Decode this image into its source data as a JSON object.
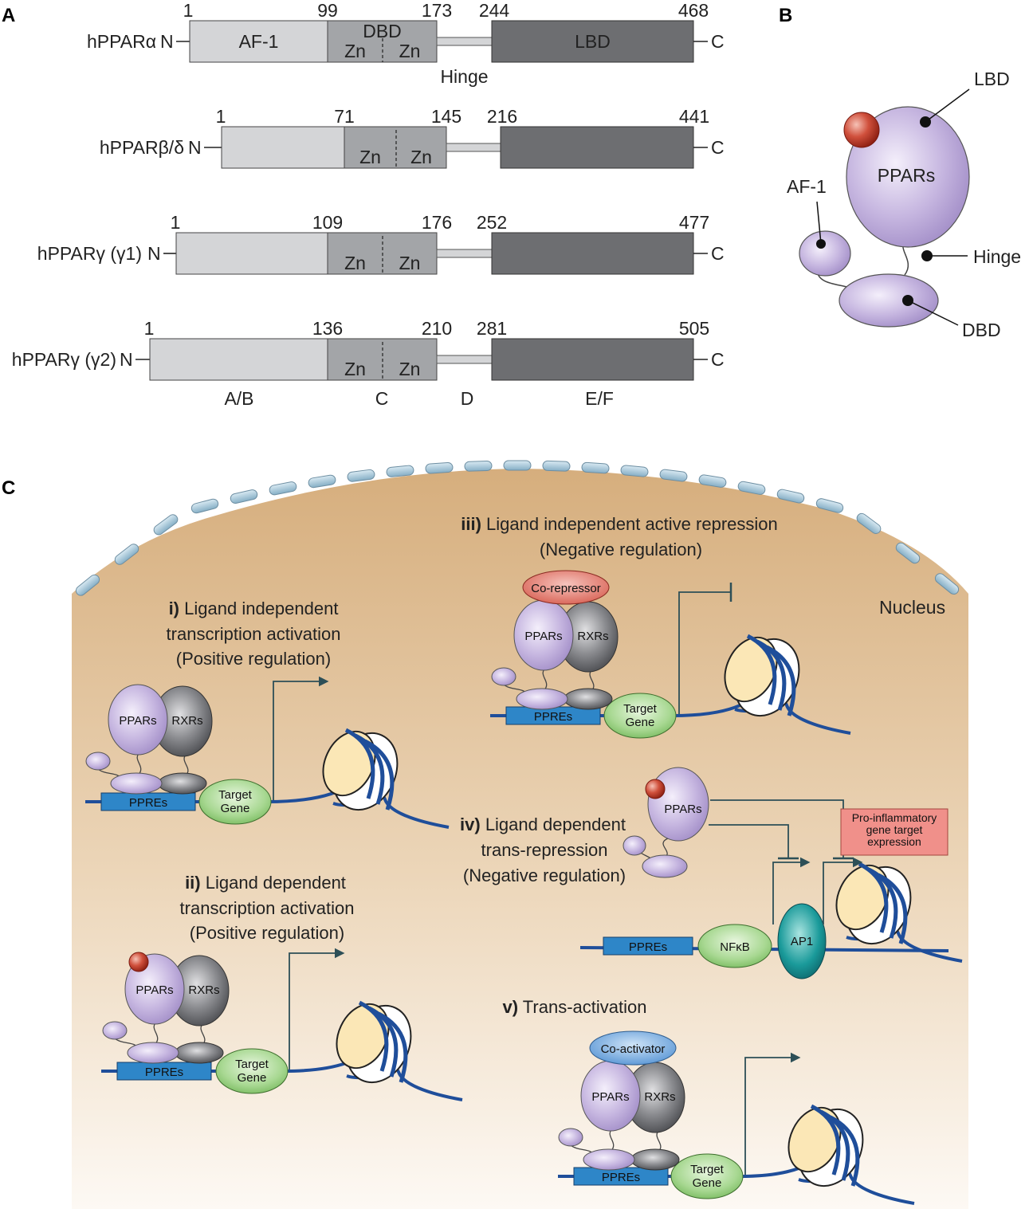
{
  "panels": {
    "a": "A",
    "b": "B",
    "c": "C"
  },
  "panel_a": {
    "proteins": [
      {
        "name": "hPPARα",
        "n": "N",
        "c": "C",
        "nums": [
          "1",
          "99",
          "173",
          "244",
          "468"
        ],
        "af1": "AF-1",
        "dbd": "DBD",
        "lbd": "LBD",
        "hinge": "Hinge"
      },
      {
        "name": "hPPARβ/δ",
        "n": "N",
        "c": "C",
        "nums": [
          "1",
          "71",
          "145",
          "216",
          "441"
        ]
      },
      {
        "name": "hPPARγ (γ1)",
        "n": "N",
        "c": "C",
        "nums": [
          "1",
          "109",
          "176",
          "252",
          "477"
        ]
      },
      {
        "name": "hPPARγ (γ2)",
        "n": "N",
        "c": "C",
        "nums": [
          "1",
          "136",
          "210",
          "281",
          "505"
        ]
      }
    ],
    "zn": "Zn",
    "regions": [
      "A/B",
      "C",
      "D",
      "E/F"
    ]
  },
  "panel_b": {
    "ppars": "PPARs",
    "lbd": "LBD",
    "af1": "AF-1",
    "hinge": "Hinge",
    "dbd": "DBD"
  },
  "panel_c": {
    "nucleus": "Nucleus",
    "s1": {
      "num": "i)",
      "l1": "Ligand independent",
      "l2": "transcription activation",
      "l3": "(Positive regulation)"
    },
    "s2": {
      "num": "ii)",
      "l1": "Ligand dependent",
      "l2": "transcription activation",
      "l3": "(Positive regulation)"
    },
    "s3": {
      "num": "iii)",
      "l1": "Ligand independent active repression",
      "l2": "(Negative regulation)"
    },
    "s4": {
      "num": "iv)",
      "l1": "Ligand dependent",
      "l2": "trans-repression",
      "l3": "(Negative regulation)"
    },
    "s5": {
      "num": "v)",
      "l1": "Trans-activation"
    },
    "ppars": "PPARs",
    "rxrs": "RXRs",
    "ppres": "PPREs",
    "target": "Target",
    "gene": "Gene",
    "corepressor": "Co-repressor",
    "coactivator": "Co-activator",
    "nfkb": "NFκB",
    "ap1": "AP1",
    "proinf": [
      "Pro-inflammatory",
      "gene target",
      "expression"
    ]
  },
  "colors": {
    "af1_fill": "#d4d5d7",
    "dbd_fill": "#a3a5a8",
    "lbd_fill": "#6d6e71",
    "nucleus_top": "#dcb78a",
    "nucleus_bottom": "#fbf5ee",
    "ppar": "#c6b6e0",
    "rxr": "#7d7e82",
    "ppre": "#2e86c8",
    "gene": "#9fd18a",
    "dna": "#1f4e9a",
    "ligand": "#c0392b",
    "corepressor": "#e0786e",
    "coactivator": "#6aa8e0",
    "ap1": "#1a9a9a",
    "proinf_box": "#f0908a"
  }
}
